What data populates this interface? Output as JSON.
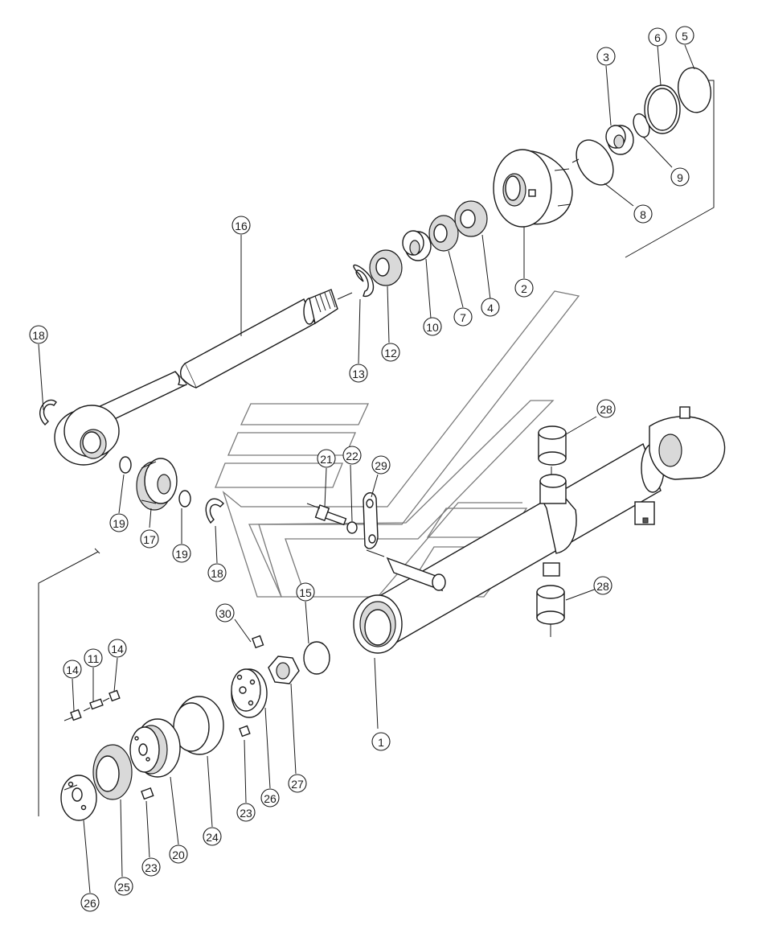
{
  "diagram": {
    "callouts": [
      {
        "id": "c-1",
        "label": "1"
      },
      {
        "id": "c-2",
        "label": "2"
      },
      {
        "id": "c-3",
        "label": "3"
      },
      {
        "id": "c-4",
        "label": "4"
      },
      {
        "id": "c-5",
        "label": "5"
      },
      {
        "id": "c-6",
        "label": "6"
      },
      {
        "id": "c-7",
        "label": "7"
      },
      {
        "id": "c-8",
        "label": "8"
      },
      {
        "id": "c-9",
        "label": "9"
      },
      {
        "id": "c-10",
        "label": "10"
      },
      {
        "id": "c-11",
        "label": "11"
      },
      {
        "id": "c-12",
        "label": "12"
      },
      {
        "id": "c-13",
        "label": "13"
      },
      {
        "id": "c-14a",
        "label": "14"
      },
      {
        "id": "c-14b",
        "label": "14"
      },
      {
        "id": "c-15",
        "label": "15"
      },
      {
        "id": "c-16",
        "label": "16"
      },
      {
        "id": "c-17",
        "label": "17"
      },
      {
        "id": "c-18a",
        "label": "18"
      },
      {
        "id": "c-18b",
        "label": "18"
      },
      {
        "id": "c-19a",
        "label": "19"
      },
      {
        "id": "c-19b",
        "label": "19"
      },
      {
        "id": "c-20",
        "label": "20"
      },
      {
        "id": "c-21",
        "label": "21"
      },
      {
        "id": "c-22",
        "label": "22"
      },
      {
        "id": "c-23a",
        "label": "23"
      },
      {
        "id": "c-23b",
        "label": "23"
      },
      {
        "id": "c-24",
        "label": "24"
      },
      {
        "id": "c-25",
        "label": "25"
      },
      {
        "id": "c-26a",
        "label": "26"
      },
      {
        "id": "c-26b",
        "label": "26"
      },
      {
        "id": "c-27",
        "label": "27"
      },
      {
        "id": "c-28a",
        "label": "28"
      },
      {
        "id": "c-28b",
        "label": "28"
      },
      {
        "id": "c-29",
        "label": "29"
      },
      {
        "id": "c-30",
        "label": "30"
      }
    ]
  }
}
